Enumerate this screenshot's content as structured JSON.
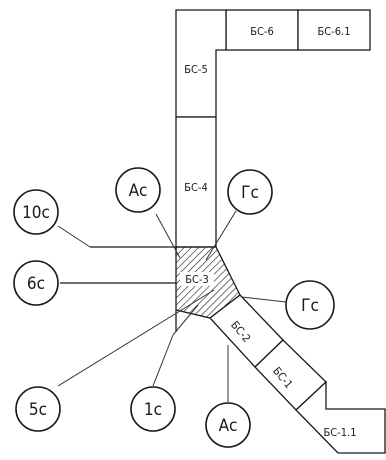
{
  "sections": {
    "bs6": "БС-6",
    "bs61": "БС-6.1",
    "bs5": "БС-5",
    "bs4": "БС-4",
    "bs3": "БС-3",
    "bs2": "БС-2",
    "bs1": "БС-1",
    "bs11": "БС-1.1"
  },
  "axes": {
    "a_top": "Ас",
    "g_top": "Гс",
    "c10": "10с",
    "c6": "6с",
    "g_right": "Гс",
    "c5": "5с",
    "c1": "1с",
    "a_bottom": "Ас"
  }
}
